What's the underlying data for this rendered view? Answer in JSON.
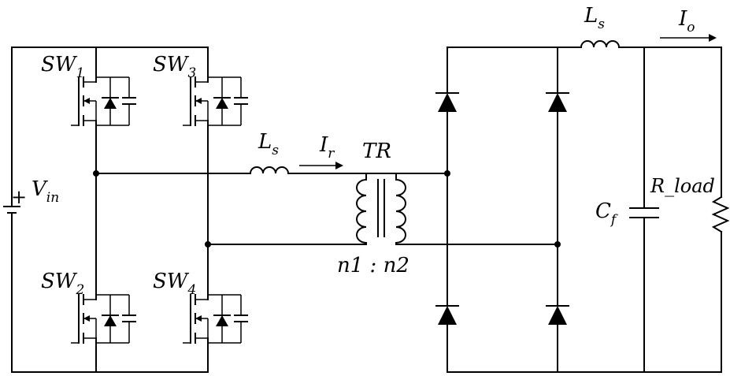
{
  "labels": {
    "sw1": {
      "main": "SW",
      "sub": "1"
    },
    "sw2": {
      "main": "SW",
      "sub": "2"
    },
    "sw3": {
      "main": "SW",
      "sub": "3"
    },
    "sw4": {
      "main": "SW",
      "sub": "4"
    },
    "vin": {
      "main": "V",
      "sub": "in"
    },
    "ls_primary": {
      "main": "L",
      "sub": "s"
    },
    "ls_output": {
      "main": "L",
      "sub": "s"
    },
    "ir": {
      "main": "I",
      "sub": "r"
    },
    "io": {
      "main": "I",
      "sub": "o"
    },
    "cf": {
      "main": "C",
      "sub": "f"
    },
    "tr": "TR",
    "ratio": "n1 : n2",
    "rload": "R_load",
    "plus": "+"
  }
}
